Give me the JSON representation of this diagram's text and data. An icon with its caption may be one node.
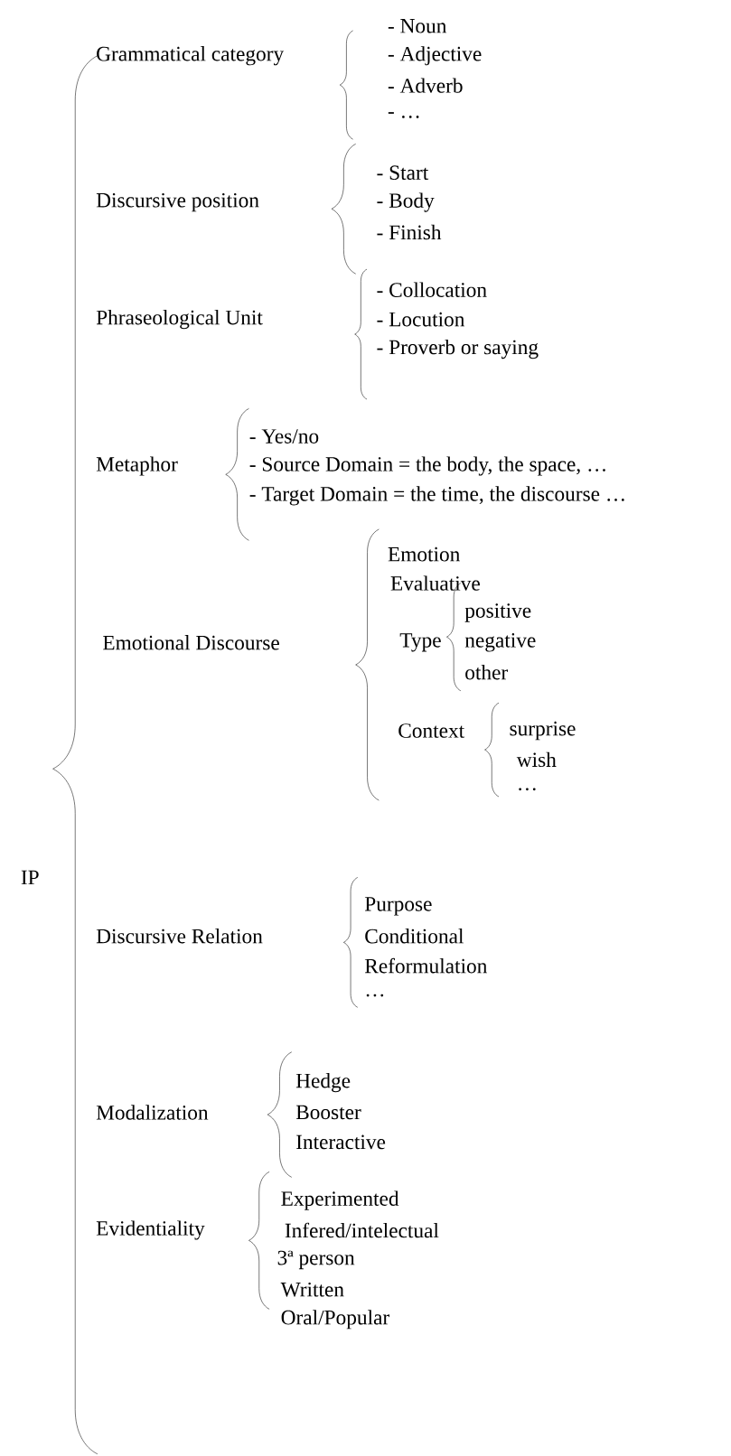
{
  "diagram": {
    "labels": [
      "IP",
      "Grammatical category",
      "- Noun",
      "- Adjective",
      "- Adverb",
      "- …",
      "Discursive position",
      "- Start",
      "- Body",
      "- Finish",
      "Phraseological Unit",
      "- Collocation",
      "- Locution",
      "- Proverb or saying",
      "Metaphor",
      "- Yes/no",
      "- Source Domain = the body, the space, …",
      "- Target Domain = the time, the discourse …",
      "Emotional Discourse",
      "Emotion",
      "Evaluative",
      "Type",
      "positive",
      "negative",
      "other",
      "Context",
      "surprise",
      "wish",
      "…",
      "Discursive Relation",
      "Purpose",
      "Conditional",
      "Reformulation",
      "…",
      "Modalization",
      "Hedge",
      "Booster",
      "Interactive",
      "Evidentiality",
      "Experimented",
      "Infered/intelectual",
      "3ª person",
      "Written",
      "Oral/Popular"
    ]
  }
}
